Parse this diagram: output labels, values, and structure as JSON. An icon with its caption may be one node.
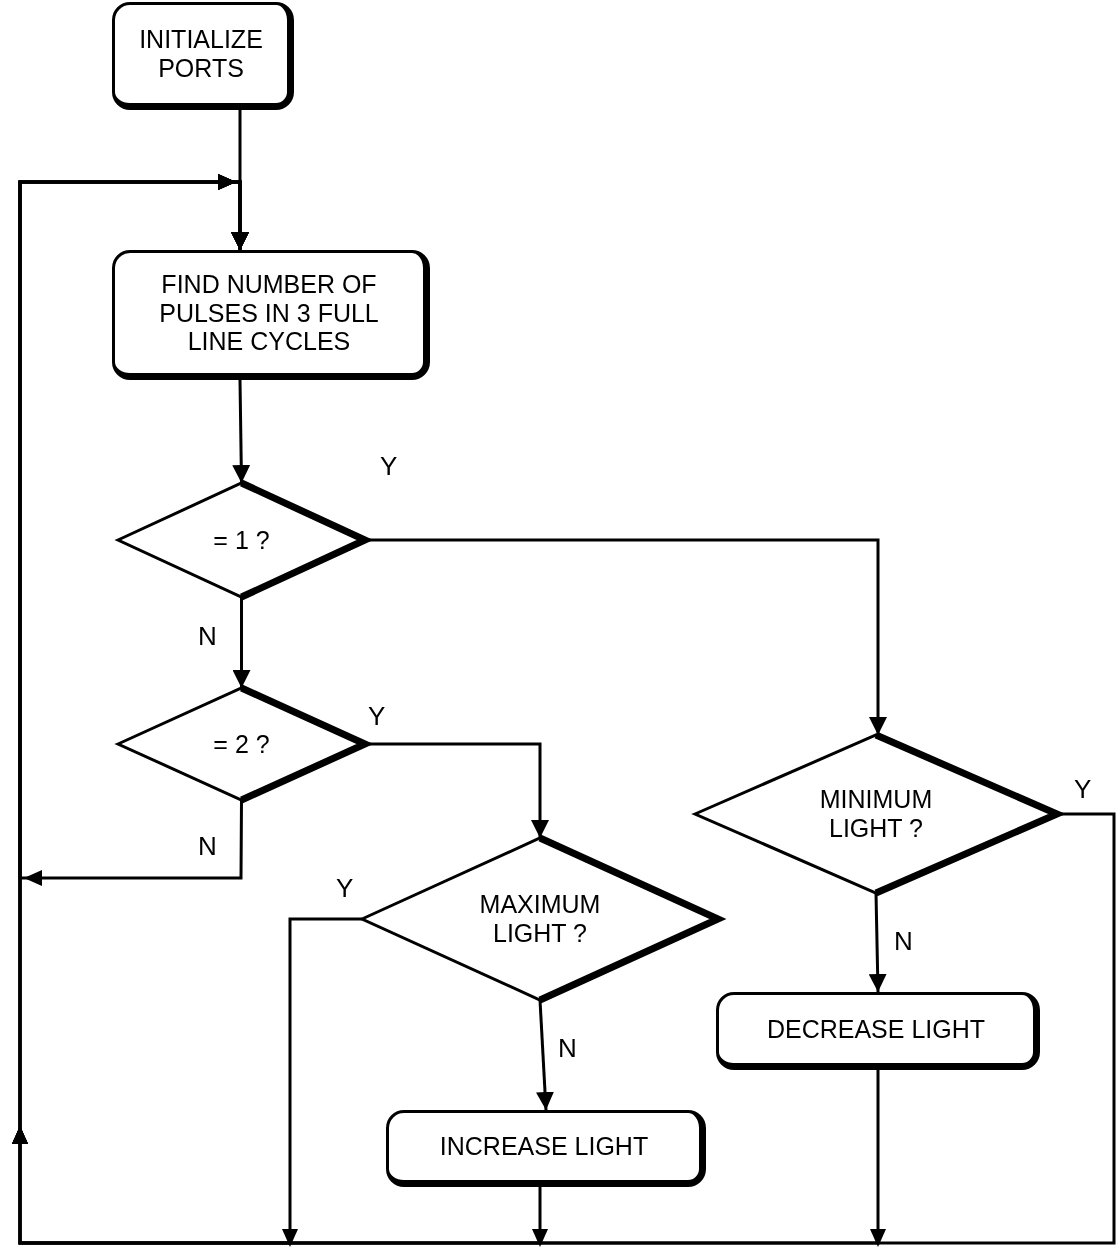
{
  "diagram": {
    "nodes": [
      {
        "text": [
          "INITIALIZE PORTS"
        ]
      },
      {
        "text": [
          "FIND NUMBER OF PULSES IN 3 FULL LINE CYCLES"
        ]
      },
      {
        "text": [
          "= 1 ?"
        ]
      },
      {
        "text": [
          "= 2 ?"
        ]
      },
      {
        "text": [
          "MAXIMUM LIGHT ?"
        ]
      },
      {
        "text": [
          "MINIMUM LIGHT ?"
        ]
      },
      {
        "text": [
          "DECREASE LIGHT"
        ]
      },
      {
        "text": [
          "INCREASE LIGHT"
        ]
      }
    ],
    "edges": [
      {
        "from": 0,
        "to": 1,
        "arrow": "to"
      },
      {
        "from": 1,
        "to": 2,
        "arrow": "to"
      },
      {
        "from": 2,
        "to": 5,
        "arrow": "to",
        "label": "Y"
      },
      {
        "from": 2,
        "to": 3,
        "arrow": "to",
        "label": "N"
      },
      {
        "from": 3,
        "to": 4,
        "arrow": "to",
        "label": "Y"
      },
      {
        "from": 3,
        "to": 1,
        "arrow": "to",
        "label": "N"
      },
      {
        "from": 4,
        "to": 1,
        "arrow": "to",
        "label": "Y"
      },
      {
        "from": 4,
        "to": 7,
        "arrow": "to",
        "label": "N"
      },
      {
        "from": 5,
        "to": 1,
        "arrow": "to",
        "label": "Y"
      },
      {
        "from": 5,
        "to": 6,
        "arrow": "to",
        "label": "N"
      },
      {
        "from": 7,
        "to": 1,
        "arrow": "to"
      },
      {
        "from": 6,
        "to": 1,
        "arrow": "to"
      }
    ]
  }
}
